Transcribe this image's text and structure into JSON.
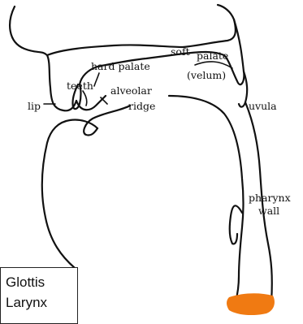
{
  "labels": {
    "soft": "soft",
    "palate": "palate",
    "velum": "(velum)",
    "hard_palate": "hard palate",
    "teeth": "teeth",
    "alveolar": "alveolar",
    "ridge": "ridge",
    "lip": "lip",
    "uvula": "uvula",
    "pharynx": "pharynx",
    "wall": "wall"
  },
  "legend": {
    "glottis": "Glottis",
    "larynx": "Larynx"
  },
  "colors": {
    "ink": "#111111",
    "highlight": "#f07a12"
  }
}
